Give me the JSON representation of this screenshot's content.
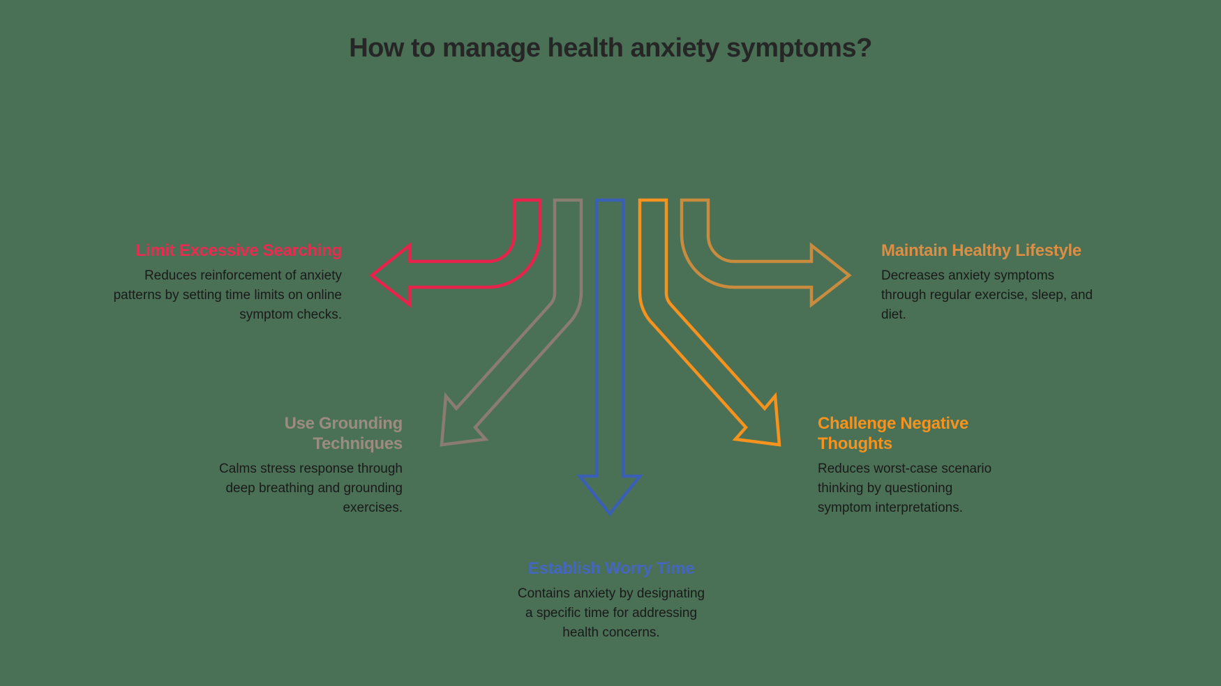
{
  "background_color": "#4A7155",
  "header": {
    "title": "How to manage health anxiety symptoms?",
    "color": "#262626"
  },
  "sections": [
    {
      "id": "limit-excessive-searching",
      "title": "Limit Excessive Searching",
      "description": "Reduces reinforcement of anxiety patterns by setting time limits on online symptom checks.",
      "title_color": "#EA2A50",
      "arrow_color": "#E8234B",
      "arrow_direction": "left",
      "text_align": "right"
    },
    {
      "id": "use-grounding-techniques",
      "title": "Use Grounding\nTechniques",
      "description": "Calms stress response through deep breathing and grounding exercises.",
      "title_color": "#9C8B7F",
      "arrow_color": "#8A7C71",
      "arrow_direction": "down-left",
      "text_align": "right"
    },
    {
      "id": "establish-worry-time",
      "title": "Establish Worry Time",
      "description": "Contains anxiety by designating a specific time for addressing health concerns.",
      "title_color": "#4566BE",
      "arrow_color": "#3A5FB4",
      "arrow_direction": "down",
      "text_align": "center"
    },
    {
      "id": "challenge-negative-thoughts",
      "title": "Challenge Negative\nThoughts",
      "description": "Reduces worst-case scenario thinking by questioning symptom interpretations.",
      "title_color": "#F6921E",
      "arrow_color": "#F6921E",
      "arrow_direction": "down-right",
      "text_align": "left"
    },
    {
      "id": "maintain-healthy-lifestyle",
      "title": "Maintain Healthy Lifestyle",
      "description": "Decreases anxiety symptoms through regular exercise, sleep, and diet.",
      "title_color": "#DB8E44",
      "arrow_color": "#C98C3E",
      "arrow_direction": "right",
      "text_align": "left"
    }
  ]
}
